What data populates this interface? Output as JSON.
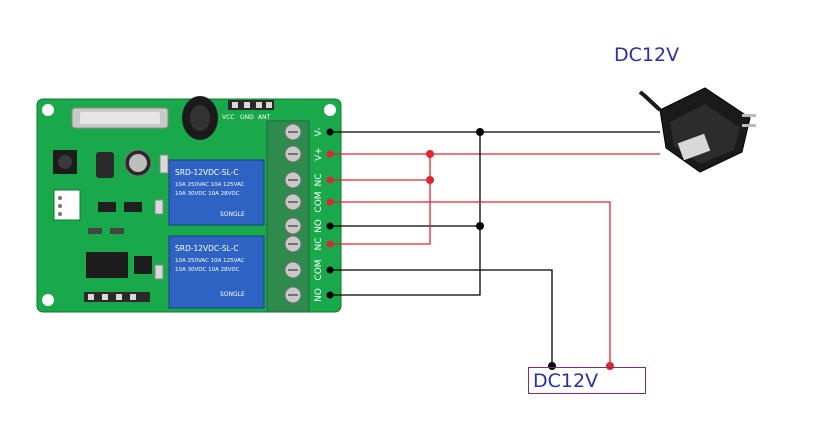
{
  "power_label": "DC12V",
  "load_label": "DC12V",
  "terminal_labels": [
    "V-",
    "V+",
    "NC",
    "COM",
    "NO",
    "NC",
    "COM",
    "NO"
  ],
  "relay_labels": {
    "model": "SRD-12VDC-SL-C",
    "rating1": "10A 250VAC  10A 125VAC",
    "rating2": "10A 30VDC  10A 28VDC",
    "brand": "SONGLE"
  },
  "board_header_labels": [
    "ANT",
    "GND",
    "VCC"
  ],
  "colors": {
    "pcb": "#19a84a",
    "relay": "#2e63c4",
    "terminal": "#2f8a4e",
    "wire_black": "#000000",
    "wire_red": "#e0252f",
    "label_blue": "#2b2fa8",
    "box_border": "#7b2f7b"
  }
}
